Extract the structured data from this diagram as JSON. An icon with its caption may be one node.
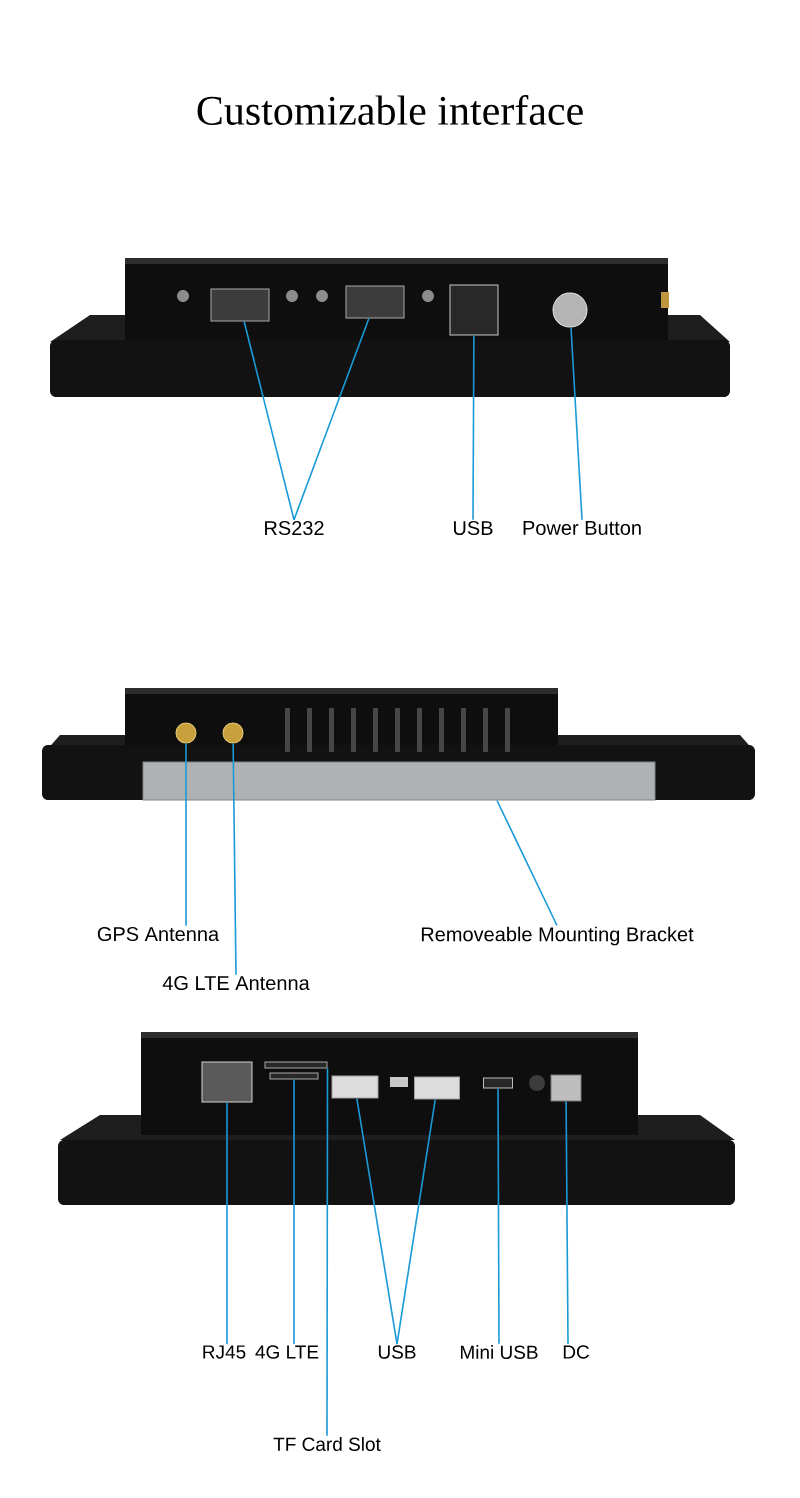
{
  "diagram": {
    "title": "Customizable interface",
    "nodes": [
      {
        "text": [],
        "shape": "box"
      },
      {
        "text": [],
        "shape": "box"
      },
      {
        "text": [],
        "shape": "box"
      },
      {
        "text": [],
        "shape": "circle"
      },
      {
        "text": [
          "RS232"
        ]
      },
      {
        "text": [
          "USB"
        ]
      },
      {
        "text": [
          "Power Button"
        ]
      },
      {
        "text": [],
        "shape": "circle"
      },
      {
        "text": [],
        "shape": "circle"
      },
      {
        "text": [],
        "shape": "bar"
      },
      {
        "text": [
          "GPS Antenna"
        ]
      },
      {
        "text": [
          "Removeable Mounting Bracket"
        ]
      },
      {
        "text": [
          "4G LTE Antenna"
        ]
      },
      {
        "text": [],
        "shape": "box"
      },
      {
        "text": [],
        "shape": "bar"
      },
      {
        "text": [],
        "shape": "bar"
      },
      {
        "text": [],
        "shape": "box"
      },
      {
        "text": [],
        "shape": "box"
      },
      {
        "text": [],
        "shape": "box"
      },
      {
        "text": [],
        "shape": "box"
      },
      {
        "text": [
          "RJ45"
        ]
      },
      {
        "text": [
          "4G LTE"
        ]
      },
      {
        "text": [
          "USB"
        ]
      },
      {
        "text": [
          "Mini USB"
        ]
      },
      {
        "text": [
          "DC"
        ]
      },
      {
        "text": [
          "TF Card Slot"
        ]
      }
    ],
    "edges": [
      {
        "from": 4,
        "to": 0,
        "arrow": "none"
      },
      {
        "from": 4,
        "to": 1,
        "arrow": "none"
      },
      {
        "from": 5,
        "to": 2,
        "arrow": "none"
      },
      {
        "from": 6,
        "to": 3,
        "arrow": "none"
      },
      {
        "from": 10,
        "to": 7,
        "arrow": "none"
      },
      {
        "from": 12,
        "to": 8,
        "arrow": "none"
      },
      {
        "from": 11,
        "to": 9,
        "arrow": "none"
      },
      {
        "from": 20,
        "to": 13,
        "arrow": "none"
      },
      {
        "from": 21,
        "to": 15,
        "arrow": "none"
      },
      {
        "from": 25,
        "to": 14,
        "arrow": "none"
      },
      {
        "from": 22,
        "to": 16,
        "arrow": "none"
      },
      {
        "from": 22,
        "to": 17,
        "arrow": "none"
      },
      {
        "from": 23,
        "to": 18,
        "arrow": "none"
      },
      {
        "from": 24,
        "to": 19,
        "arrow": "none"
      }
    ]
  }
}
